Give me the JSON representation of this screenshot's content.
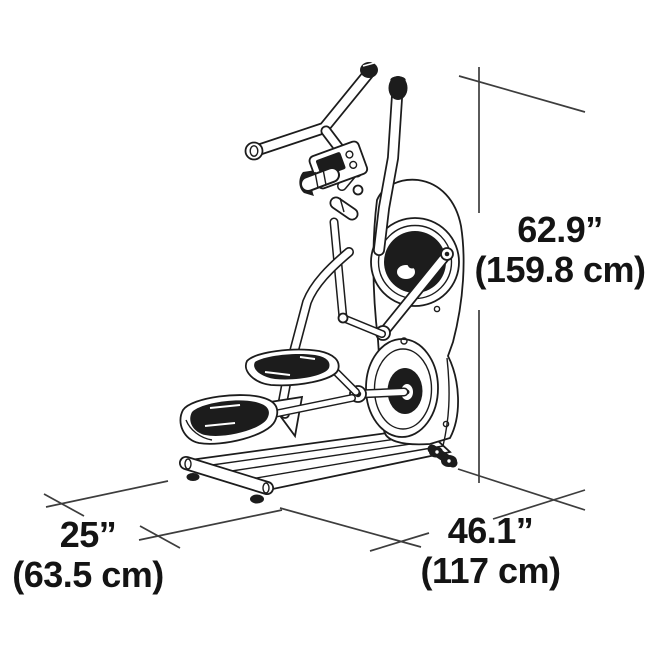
{
  "labels": {
    "height": {
      "inches": "62.9”",
      "metric": "(159.8 cm)"
    },
    "depth": {
      "inches": "25”",
      "metric": "(63.5 cm)"
    },
    "length": {
      "inches": "46.1”",
      "metric": "(117 cm)"
    }
  },
  "machine": {
    "type": "elliptical-cross-trainer"
  },
  "colors": {
    "ink": "#1c1c1c",
    "dimension_line": "#3d3d3d",
    "background": "#ffffff",
    "text": "#141414"
  }
}
